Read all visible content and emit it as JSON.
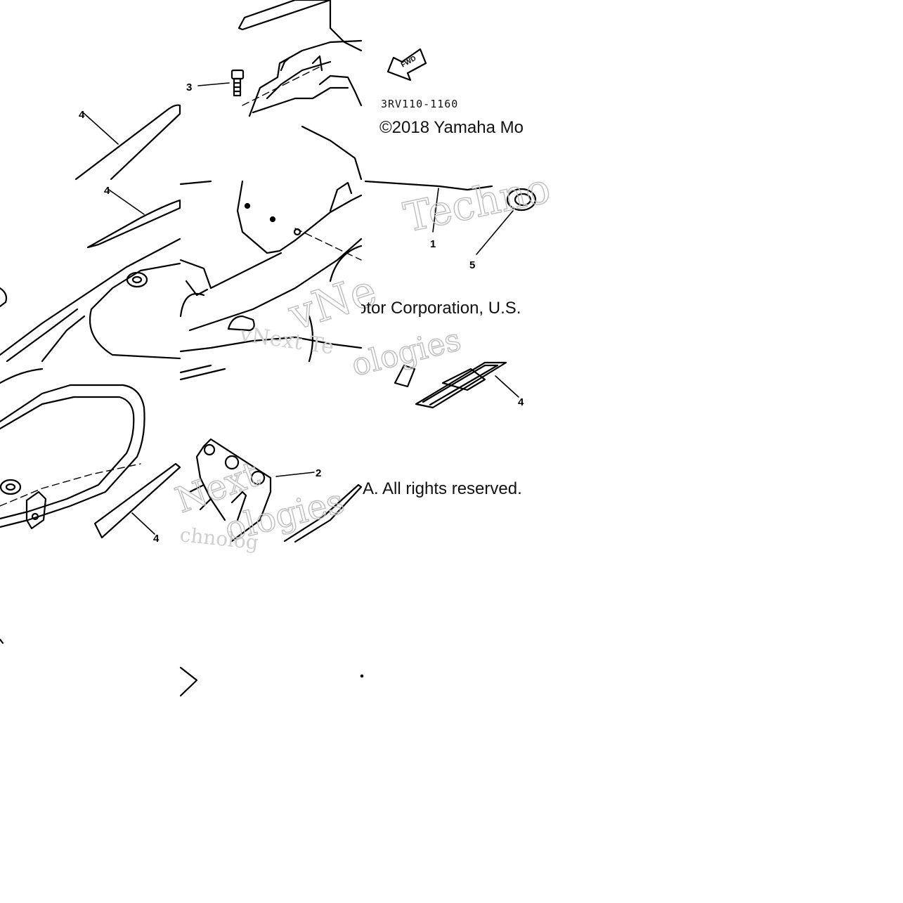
{
  "diagram": {
    "part_code": "3RV110-1160",
    "fwd_label": "FWD",
    "copyright_parts": [
      "©2018 Yamaha Mo",
      "otor Corporation, U.S.",
      "A. All rights reserved."
    ],
    "watermark_parts": [
      "Techno",
      "vNext Te",
      "vNe",
      "ologies",
      "Next",
      "chnolog",
      "ologies"
    ],
    "callouts": [
      {
        "text": "3",
        "id": "callout-3"
      },
      {
        "text": "4",
        "id": "callout-4-a"
      },
      {
        "text": "4",
        "id": "callout-4-b"
      },
      {
        "text": "1",
        "id": "callout-1"
      },
      {
        "text": "5",
        "id": "callout-5"
      },
      {
        "text": "4",
        "id": "callout-4-c"
      },
      {
        "text": "2",
        "id": "callout-2"
      },
      {
        "text": "4",
        "id": "callout-4-d"
      }
    ]
  }
}
